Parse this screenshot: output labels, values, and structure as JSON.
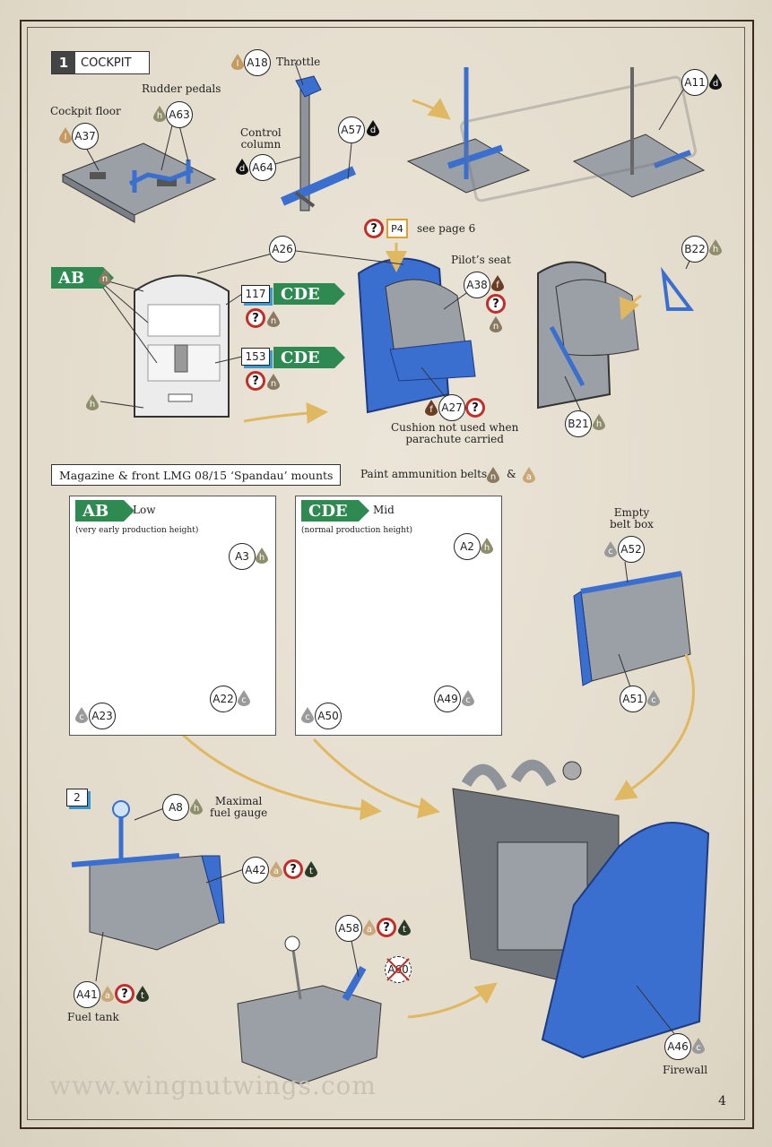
{
  "step": {
    "number": "1",
    "title": "COCKPIT"
  },
  "parts": {
    "a37": "A37",
    "a63": "A63",
    "a18": "A18",
    "a64": "A64",
    "a57": "A57",
    "a11": "A11",
    "a26": "A26",
    "a38": "A38",
    "a27": "A27",
    "b22": "B22",
    "b21": "B21",
    "p4": "P4",
    "a3": "A3",
    "a23": "A23",
    "a22": "A22",
    "a2": "A2",
    "a50": "A50",
    "a49": "A49",
    "a52": "A52",
    "a51": "A51",
    "a8": "A8",
    "a42": "A42",
    "a41": "A41",
    "a58": "A58",
    "a60": "A60",
    "a46": "A46"
  },
  "labels": {
    "cockpit_floor": "Cockpit floor",
    "rudder_pedals": "Rudder pedals",
    "throttle": "Throttle",
    "control_column": "Control\ncolumn",
    "see_page": "see page 6",
    "pilots_seat": "Pilot’s seat",
    "cushion": "Cushion not used when\nparachute carried",
    "magazine_title": "Magazine & front LMG 08/15 ‘Spandau’ mounts",
    "paint_belts": "Paint ammunition belts",
    "amp": "&",
    "low": "Low",
    "low_note": "(very early production height)",
    "mid": "Mid",
    "mid_note": "(normal production height)",
    "empty_belt_box": "Empty\nbelt box",
    "maximal_fuel_gauge": "Maximal\nfuel gauge",
    "fuel_tank": "Fuel tank",
    "firewall": "Firewall"
  },
  "variants": {
    "ab": "AB",
    "cde": "CDE"
  },
  "decal_refs": {
    "d117": "117",
    "d153": "153"
  },
  "sub_step": "2",
  "paints": {
    "l": "l",
    "h": "h",
    "d": "d",
    "n": "n",
    "f": "f",
    "c": "c",
    "a": "a",
    "t": "t",
    "unknown": "?"
  },
  "colors": {
    "paint_l": "#c59a62",
    "paint_h": "#8f8e6c",
    "paint_d": "#111111",
    "paint_n": "#8a7a62",
    "paint_f": "#6b3d24",
    "paint_c": "#9a9a9a",
    "paint_a": "#c8a879",
    "paint_t": "#2a3a26",
    "variant_green": "#2f8a52",
    "part_blue": "#3a6fd0",
    "part_grey": "#8e949a",
    "arrow_gold": "#e0b861"
  },
  "footer": {
    "url": "www.wingnutwings.com",
    "page": "4"
  },
  "watermark": "WINGNUT WINGS"
}
